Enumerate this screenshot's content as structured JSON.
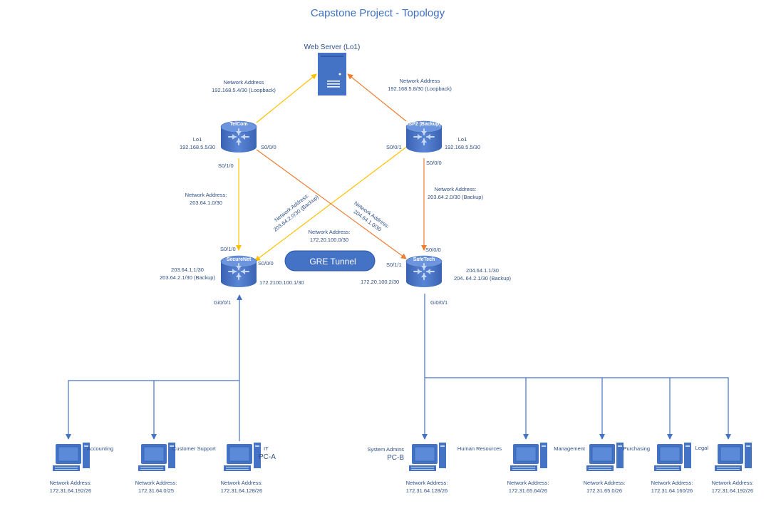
{
  "title": "Capstone Project - Topology",
  "web_server": {
    "name": "Web Server (Lo1)",
    "left_net_label": "Network Address",
    "left_net": "192.168.5.4/30 (Loopback)",
    "right_net_label": "Network Address",
    "right_net": "192.168.5.8/30 (Loopback)"
  },
  "routers": {
    "telcom": {
      "name": "TelCom",
      "lo_label": "Lo1",
      "lo_ip": "192.168.5.5/30",
      "port_right": "S0/0/0",
      "port_bottom": "S0/1/0"
    },
    "isp2": {
      "name": "ISP2 (Backup)",
      "lo_label": "Lo1",
      "lo_ip": "192.168.5.5/30",
      "port_left": "S0/0/1",
      "port_bottom": "S0/0/0"
    },
    "securenet": {
      "name": "SecureNet",
      "port_top": "S0/1/0",
      "port_right": "S0/0/0",
      "ip1": "203.64.1.1/30",
      "ip2": "203.64.2.1/30 (Backup)",
      "tunnel_ip": "172.2100.100.1/30",
      "port_bottom": "Gi0/0/1"
    },
    "safetech": {
      "name": "SafeTech",
      "port_top": "S0/0/0",
      "port_left": "S0/1/1",
      "ip1": "204.64.1.1/30",
      "ip2": "204..64.2.1/30 (Backup)",
      "tunnel_ip": "172.20.100.2/30",
      "port_bottom": "Gi0/0/1"
    }
  },
  "links": {
    "telcom_securenet_label": "Network Address:",
    "telcom_securenet_net": "203.64.1.0/30",
    "isp2_safetech_label": "Network Address:",
    "isp2_safetech_net": "203.64.2.0/30 (Backup)",
    "isp2_securenet_label": "Network Address:",
    "isp2_securenet_net": "203.64.2.0/30 (Backup)",
    "telcom_safetech_label": "Network Address:",
    "telcom_safetech_net": "204.64.1.0/30",
    "tunnel_label": "Network Address:",
    "tunnel_net": "172.20.100.0/30"
  },
  "gre_tunnel": "GRE Tunnel",
  "pcs": [
    {
      "name": "Accounting",
      "sub": "",
      "net_label": "Network Address:",
      "net": "172.31.64.192/26"
    },
    {
      "name": "Customer Support",
      "sub": "",
      "net_label": "Network Address:",
      "net": "172.31.64.0/25"
    },
    {
      "name": "IT",
      "sub": "PC-A",
      "net_label": "Network Address:",
      "net": "172.31.64.128/26"
    },
    {
      "name": "System Admins",
      "sub": "PC-B",
      "net_label": "Network Address:",
      "net": "172.31.64.128/26"
    },
    {
      "name": "Human Resources",
      "sub": "",
      "net_label": "Network Address:",
      "net": "172.31.65.64/26"
    },
    {
      "name": "Management",
      "sub": "",
      "net_label": "Network Address:",
      "net": "172.31.65.0/26"
    },
    {
      "name": "Purchasing",
      "sub": "",
      "net_label": "Network Address:",
      "net": "172.31.64.160/26"
    },
    {
      "name": "Legal",
      "sub": "",
      "net_label": "Network Address:",
      "net": "172.31.64.192/26"
    }
  ]
}
